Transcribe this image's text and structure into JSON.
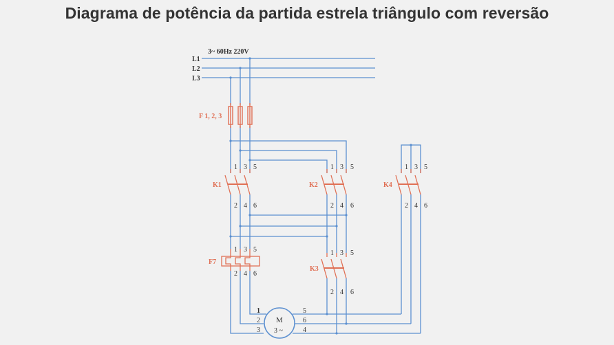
{
  "title": "Diagrama de potência da partida estrela triângulo com reversão",
  "colors": {
    "background": "#f1f1f1",
    "title": "#333333",
    "wire": "#5b8fd0",
    "component": "#e07055",
    "label_dark": "#333333"
  },
  "supply": {
    "label": "3~ 60Hz 220V",
    "lines": [
      "L1",
      "L2",
      "L3"
    ]
  },
  "fuses": {
    "label": "F 1, 2, 3"
  },
  "contactors": [
    {
      "id": "K1",
      "label": "K1",
      "top_terminals": [
        "1",
        "3",
        "5"
      ],
      "bottom_terminals": [
        "2",
        "4",
        "6"
      ]
    },
    {
      "id": "K2",
      "label": "K2",
      "top_terminals": [
        "1",
        "3",
        "5"
      ],
      "bottom_terminals": [
        "2",
        "4",
        "6"
      ]
    },
    {
      "id": "K3",
      "label": "K3",
      "top_terminals": [
        "1",
        "3",
        "5"
      ],
      "bottom_terminals": [
        "2",
        "4",
        "6"
      ]
    },
    {
      "id": "K4",
      "label": "K4",
      "top_terminals": [
        "1",
        "3",
        "5"
      ],
      "bottom_terminals": [
        "2",
        "4",
        "6"
      ]
    }
  ],
  "overload_relay": {
    "label": "F7",
    "top_terminals": [
      "1",
      "3",
      "5"
    ],
    "bottom_terminals": [
      "2",
      "4",
      "6"
    ]
  },
  "motor": {
    "symbol": "M",
    "phase": "3 ~",
    "left_terminals": [
      "1",
      "2",
      "3"
    ],
    "right_terminals": [
      "5",
      "6",
      "4"
    ]
  }
}
